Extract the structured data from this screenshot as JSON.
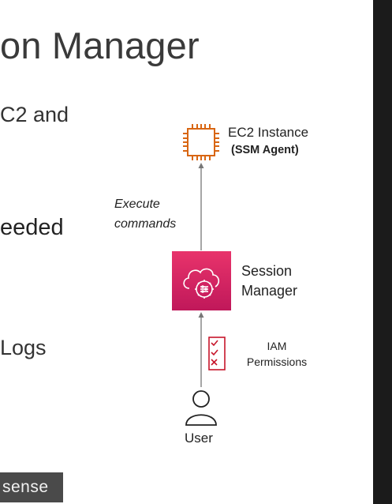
{
  "slide": {
    "title": "on Manager",
    "bullet_1": "C2 and",
    "bullet_2": "eeded",
    "bullet_3": "Logs",
    "footer_tag": "sense"
  },
  "diagram": {
    "ec2": {
      "label": "EC2 Instance",
      "sub_label": "(SSM Agent)",
      "icon": "ec2-chip-icon",
      "color": "#d86613"
    },
    "execute_label": {
      "line1": "Execute",
      "line2": "commands"
    },
    "session_manager": {
      "line1": "Session",
      "line2": "Manager",
      "icon": "session-manager-icon",
      "color": "#d3245f"
    },
    "iam": {
      "line1": "IAM",
      "line2": "Permissions",
      "icon": "checklist-icon",
      "color": "#c7162b"
    },
    "user": {
      "label": "User",
      "icon": "user-icon"
    }
  }
}
